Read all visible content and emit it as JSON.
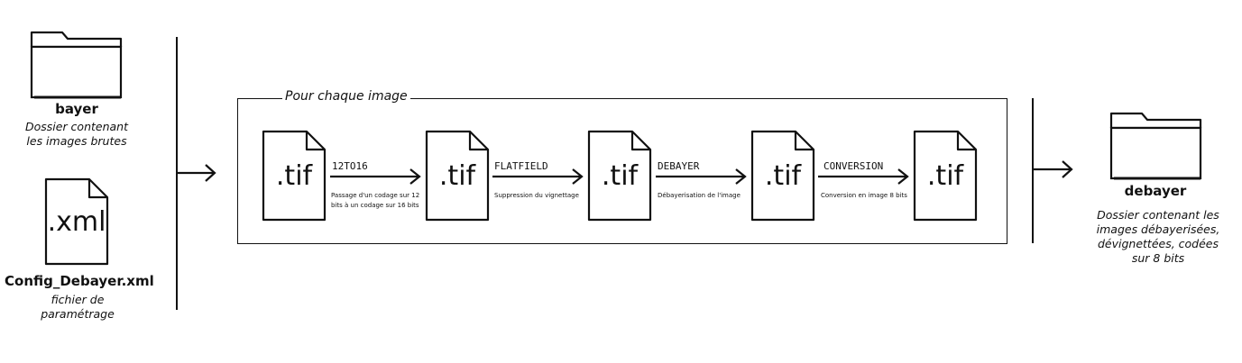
{
  "inputs": {
    "bayer": {
      "title": "bayer",
      "desc_line1": "Dossier contenant",
      "desc_line2": "les images brutes"
    },
    "config": {
      "file_label": ".xml",
      "title": "Config_Debayer.xml",
      "desc_line1": "fichier de",
      "desc_line2": "paramétrage"
    }
  },
  "loop": {
    "label": "Pour chaque image"
  },
  "file_label": ".tif",
  "steps": [
    {
      "name": "12TO16",
      "desc_line1": "Passage d'un codage sur 12",
      "desc_line2": "bits à un codage sur 16 bits"
    },
    {
      "name": "FLATFIELD",
      "desc_line1": "Suppression du vignettage",
      "desc_line2": ""
    },
    {
      "name": "DEBAYER",
      "desc_line1": "Débayerisation de l'image",
      "desc_line2": ""
    },
    {
      "name": "CONVERSION",
      "desc_line1": "Conversion en image 8 bits",
      "desc_line2": ""
    }
  ],
  "output": {
    "title": "debayer",
    "desc_line1": "Dossier contenant les",
    "desc_line2": "images débayerisées,",
    "desc_line3": "dévignettées, codées",
    "desc_line4": "sur 8 bits"
  }
}
